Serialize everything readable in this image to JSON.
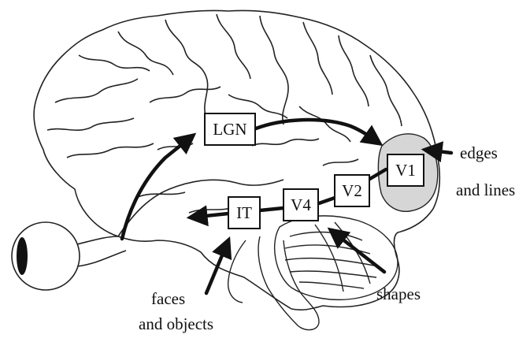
{
  "regions": {
    "lgn": "LGN",
    "v1": "V1",
    "v2": "V2",
    "v4": "V4",
    "it": "IT"
  },
  "annotations": {
    "edges_line1": "edges",
    "edges_line2": "and lines",
    "shapes": "shapes",
    "faces_line1": "faces",
    "faces_line2": "and objects"
  },
  "colors": {
    "ink": "#111111",
    "visual_cortex_fill": "#d6d6d6",
    "box_fill": "#ffffff"
  }
}
